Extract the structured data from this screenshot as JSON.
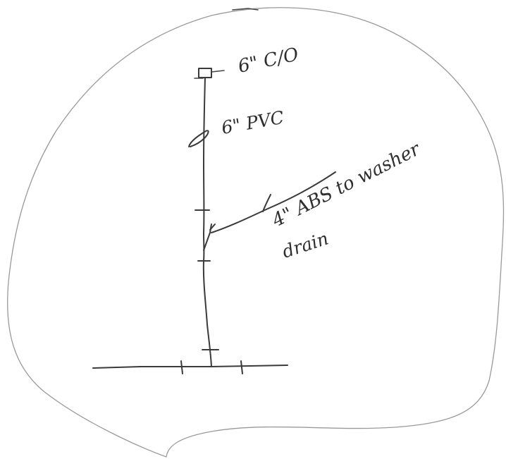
{
  "labels": {
    "cleanout": "6\" C/O",
    "pipe_main": "6\" PVC",
    "branch_line1": "4\" ABS to washer",
    "branch_line2": "drain"
  },
  "colors": {
    "ink": "#3a3a3a",
    "outline": "#9a9a9a",
    "paper": "#ffffff"
  }
}
